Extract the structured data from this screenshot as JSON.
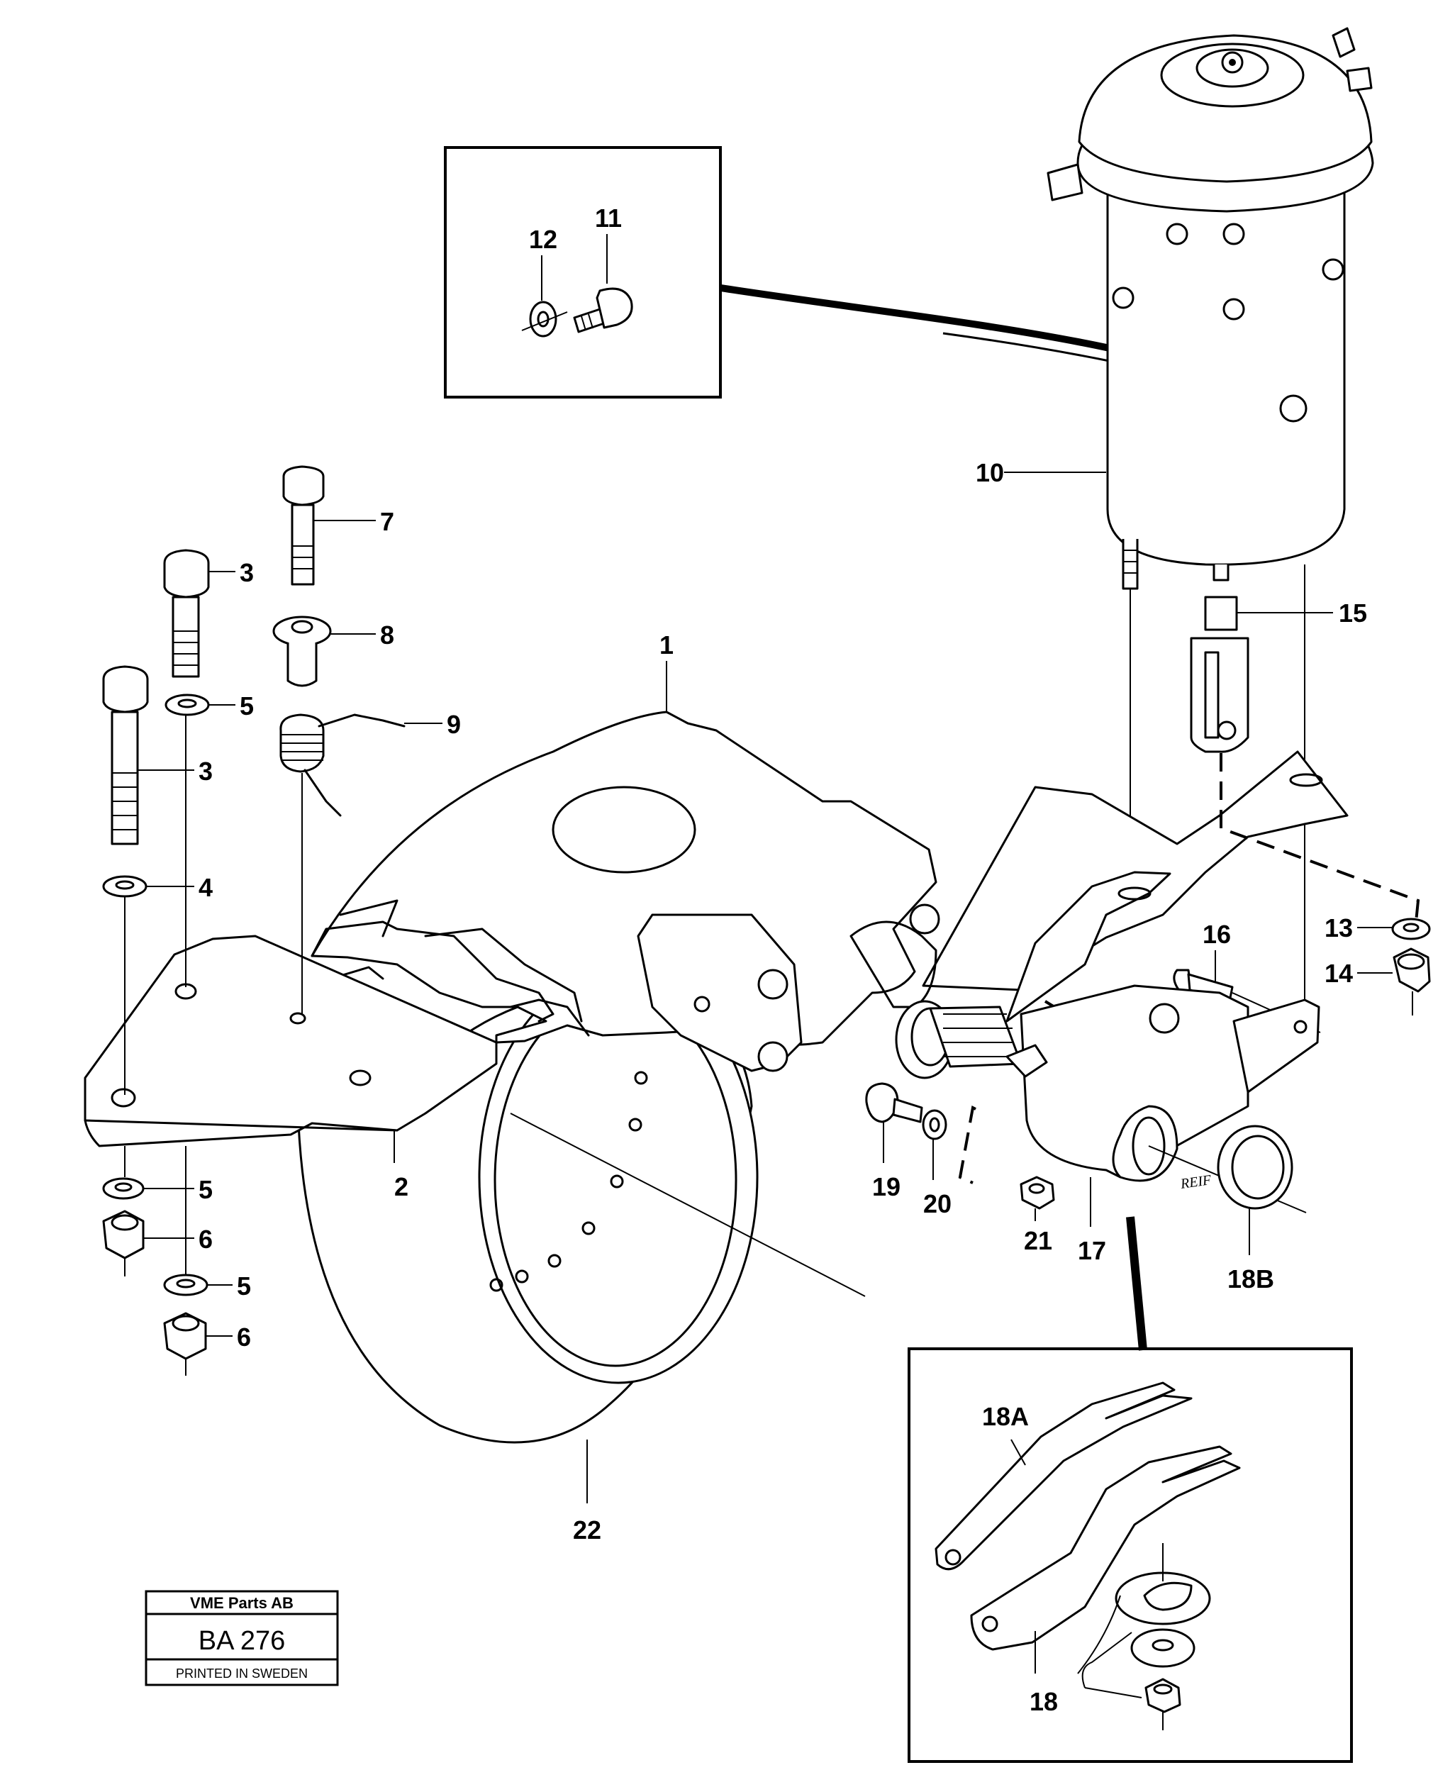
{
  "callouts": {
    "c1": "1",
    "c2": "2",
    "c3a": "3",
    "c3b": "3",
    "c4": "4",
    "c5a": "5",
    "c5b": "5",
    "c5c": "5",
    "c6a": "6",
    "c6b": "6",
    "c7": "7",
    "c8": "8",
    "c9": "9",
    "c10": "10",
    "c11": "11",
    "c12": "12",
    "c13": "13",
    "c14": "14",
    "c15": "15",
    "c16": "16",
    "c17": "17",
    "c18": "18",
    "c18a": "18A",
    "c18b": "18B",
    "c19": "19",
    "c20": "20",
    "c21": "21",
    "c22": "22"
  },
  "part_marking": "REIF",
  "stamp": {
    "company": "VME Parts AB",
    "code": "BA 276",
    "footer": "PRINTED IN SWEDEN"
  }
}
